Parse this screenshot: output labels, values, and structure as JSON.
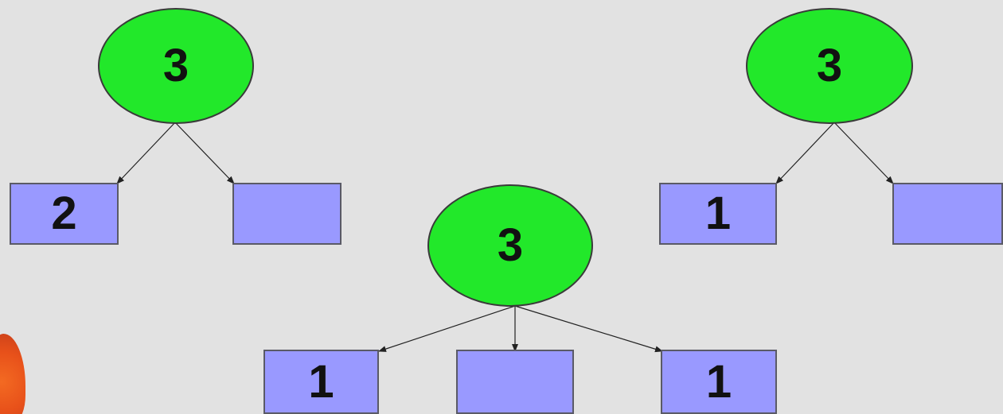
{
  "colors": {
    "background": "#e2e2e2",
    "circle_fill": "#22e82a",
    "box_fill": "#9999ff",
    "arrow": "#222222"
  },
  "trees": [
    {
      "root": {
        "value": "3"
      },
      "children": [
        {
          "value": "2"
        },
        {
          "value": ""
        }
      ]
    },
    {
      "root": {
        "value": "3"
      },
      "children": [
        {
          "value": "1"
        },
        {
          "value": ""
        },
        {
          "value": "1"
        }
      ]
    },
    {
      "root": {
        "value": "3"
      },
      "children": [
        {
          "value": "1"
        },
        {
          "value": ""
        }
      ]
    }
  ]
}
